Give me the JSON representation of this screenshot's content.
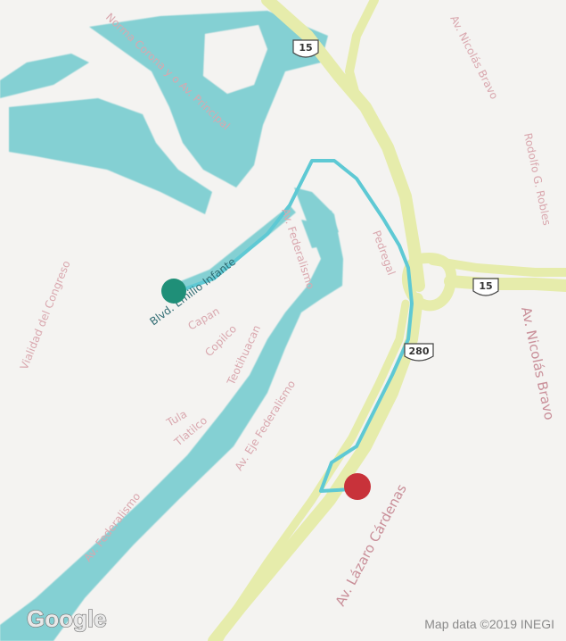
{
  "map": {
    "colors": {
      "water": "#7fd0d2",
      "highway": "#e9eeb0",
      "route": "#5ec9d4",
      "start": "#1f8f78",
      "end": "#c8323a"
    },
    "streets": [
      "Norma Corona y o Av. Principal",
      "Av. Nicolás Bravo",
      "Rodolfo G. Robles",
      "Blvd. Emilio Infante",
      "Av. Federalismo",
      "Vialidad del Congreso",
      "Capan",
      "Copilco",
      "Teotihuacan",
      "Tula",
      "Tlatilco",
      "Av. Eje Federalismo",
      "Av. Federalismo",
      "Av. Nicolás Bravo",
      "Av. Lázaro Cárdenas",
      "Pedregal"
    ],
    "shields": [
      "15",
      "15",
      "280"
    ],
    "markers": [
      {
        "name": "start",
        "icon": "green-circle-icon"
      },
      {
        "name": "end",
        "icon": "red-circle-icon"
      }
    ],
    "logo": "Google",
    "attribution": "Map data ©2019 INEGI"
  }
}
